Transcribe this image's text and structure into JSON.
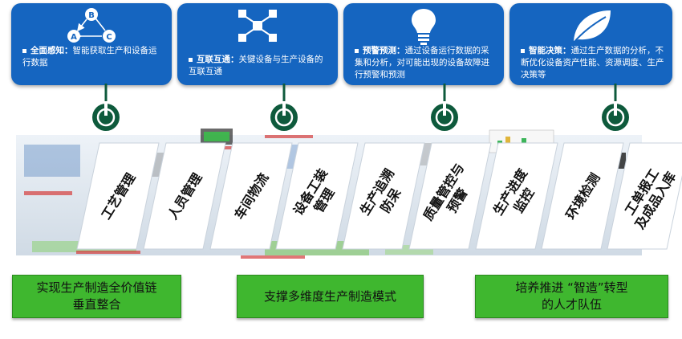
{
  "cards": [
    {
      "id": "perception",
      "title": "全面感知",
      "sep": "：",
      "desc": "智能获取生产和设备运行数据",
      "icon": "abc-cycle-icon",
      "nodes": [
        "A",
        "B",
        "C"
      ]
    },
    {
      "id": "interconnect",
      "title": "互联互通",
      "sep": "：",
      "desc": "关键设备与生产设备的互联互通",
      "icon": "network-icon"
    },
    {
      "id": "warning",
      "title": "预警预测",
      "sep": "：",
      "desc": "通过设备运行数据的采集和分析，对可能出现的设备故障进行预警和预测",
      "icon": "lightbulb-icon"
    },
    {
      "id": "decision",
      "title": "智能决策",
      "sep": "：",
      "desc": "通过生产数据的分析，不断优化设备资产性能、资源调度、生产决策等",
      "icon": "leaf-icon"
    }
  ],
  "modules": [
    "工艺管理",
    "人员管理",
    "车间物流",
    "设备工装管理",
    "生产追溯防呆",
    "质量管控与预警",
    "生产进度监控",
    "环境检测",
    "工单报工及成品入库"
  ],
  "bottom": [
    {
      "text": "实现生产制造全价值链\n垂直整合"
    },
    {
      "text": "支撑多维度生产制造模式"
    },
    {
      "text": "培养推进 “智造”转型\n的人才队伍"
    }
  ],
  "colors": {
    "card": "#1565c0",
    "pin": "#0e5a3c",
    "bottom": "#3fb72f"
  }
}
